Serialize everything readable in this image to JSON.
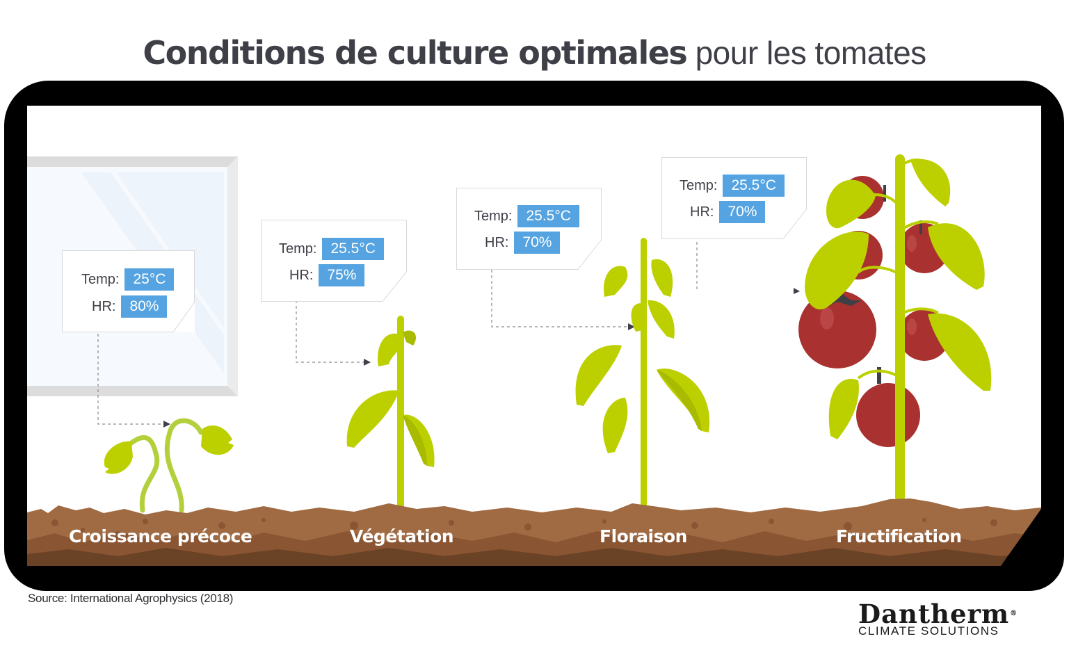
{
  "title": {
    "bold": "Conditions de culture optimales",
    "light": " pour les tomates"
  },
  "stages": [
    {
      "name": "Croissance précoce",
      "temp_label": "Temp:",
      "temp": "25°C",
      "hr_label": "HR:",
      "hr": "80%"
    },
    {
      "name": "Végétation",
      "temp_label": "Temp:",
      "temp": "25.5°C",
      "hr_label": "HR:",
      "hr": "75%"
    },
    {
      "name": "Floraison",
      "temp_label": "Temp:",
      "temp": "25.5°C",
      "hr_label": "HR:",
      "hr": "70%"
    },
    {
      "name": "Fructification",
      "temp_label": "Temp:",
      "temp": "25.5°C",
      "hr_label": "HR:",
      "hr": "70%"
    }
  ],
  "source": "Source: International Agrophysics (2018)",
  "logo": {
    "brand": "Dantherm",
    "registered": "®",
    "tagline": "CLIMATE SOLUTIONS"
  },
  "colors": {
    "value_bg": "#55a3e0",
    "leaf": "#bcd000",
    "leaf_dark": "#a9bb00",
    "tomato": "#a9312f",
    "soil_top": "#a06b43",
    "soil_bottom": "#6a4226",
    "title": "#3e3f47"
  }
}
